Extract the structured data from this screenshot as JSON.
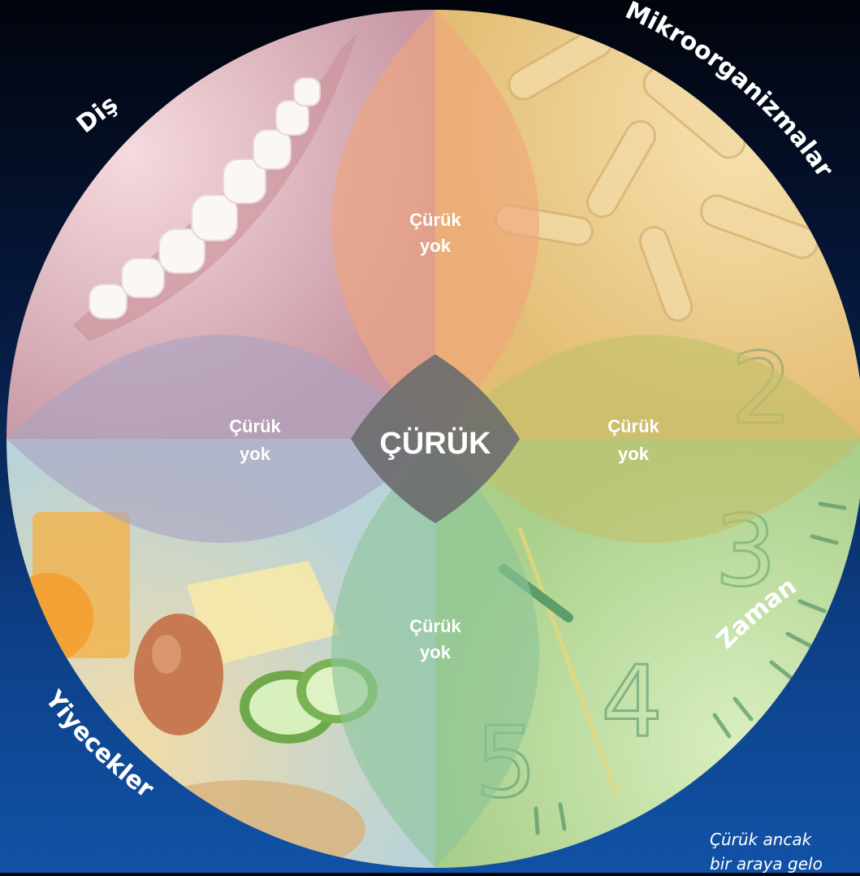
{
  "diagram": {
    "labels": {
      "tooth": "Diş",
      "microorganisms": "Mikroorganizmalar",
      "food": "Yiyecekler",
      "time": "Zaman"
    },
    "center_label": "ÇÜRÜK",
    "petal_label_line1": "Çürük",
    "petal_label_line2": "yok",
    "clock_numbers": [
      "2",
      "3",
      "4",
      "5"
    ],
    "caption_line1": "Çürük ancak",
    "caption_line2": "bir araya gelo"
  },
  "colors": {
    "tooth_quadrant": "#e8bfc6",
    "microbe_quadrant": "#f2d69a",
    "food_quadrant": "#cfe4e8",
    "time_quadrant": "#c9e6a9",
    "top_petal": "#f0a57a",
    "left_petal": "#a9a3c2",
    "right_petal": "#c2c06a",
    "bottom_petal": "#8cc59a",
    "center": "#6b6b6d"
  }
}
